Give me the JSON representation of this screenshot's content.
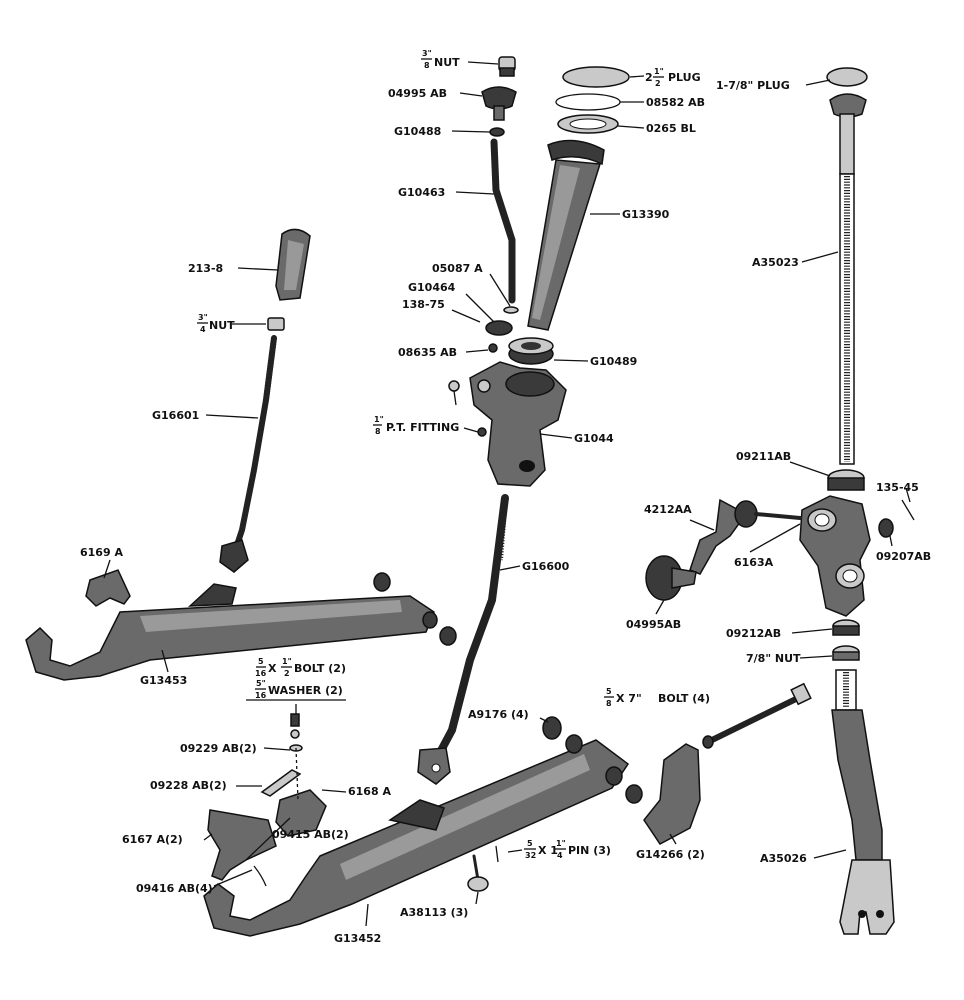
{
  "labels": {
    "nut_3_8": "NUT",
    "nut_3_8_frac": [
      "3\"",
      "8"
    ],
    "p04995AB_top": "04995 AB",
    "pG10488": "G10488",
    "pG10463": "G10463",
    "p05087A": "05087 A",
    "pG10464": "G10464",
    "p138_75": "138-75",
    "p08635AB": "08635 AB",
    "pt_fitting": "P.T. FITTING",
    "pt_fitting_frac": [
      "1\"",
      "8"
    ],
    "plug_2_1_2": "PLUG",
    "plug_2_1_2_frac": [
      "2",
      "1\"",
      "2"
    ],
    "p08582AB": "08582 AB",
    "p0265BL": "0265 BL",
    "pG13390": "G13390",
    "pG10489": "G10489",
    "pG1044": "G1044",
    "plug_1_7_8": "1-7/8\" PLUG",
    "pA35023": "A35023",
    "p09211AB": "09211AB",
    "p135_45": "135-45",
    "p4212AA": "4212AA",
    "p6163A": "6163A",
    "p09207AB": "09207AB",
    "p04995AB_crank": "04995AB",
    "p09212AB": "09212AB",
    "nut_7_8": "7/8\" NUT",
    "p213_8": "213-8",
    "nut_3_4": "NUT",
    "nut_3_4_frac": [
      "3\"",
      "4"
    ],
    "pG16601": "G16601",
    "p6169A": "6169 A",
    "pG13453": "G13453",
    "pG16600": "G16600",
    "bolt_5_16": "BOLT (2)",
    "bolt_5_16_frac": [
      "5",
      "16",
      "1\"",
      "2"
    ],
    "washer_5_16": "WASHER (2)",
    "washer_5_16_frac": [
      "5\"",
      "16"
    ],
    "p09229AB": "09229 AB(2)",
    "p09228AB": "09228 AB(2)",
    "p6168A": "6168 A",
    "p6167A": "6167 A(2)",
    "p09415AB": "09415 AB(2)",
    "p09416AB": "09416 AB(4)",
    "pG13452": "G13452",
    "pA9176": "A9176 (4)",
    "bolt_5_8x7": "BOLT (4)",
    "bolt_5_8x7_frac": [
      "5",
      "8",
      "X 7\""
    ],
    "pin_5_32": "PIN (3)",
    "pin_5_32_frac": [
      "5",
      "32",
      "X 1",
      "1\"",
      "4"
    ],
    "pA38113": "A38113 (3)",
    "pG14266": "G14266 (2)",
    "pA35026": "A35026"
  },
  "colors": {
    "ink": "#111111",
    "casting_shade": "#6a6a6a",
    "dark_shade": "#3a3a3a",
    "light_shade": "#c9c9c9"
  }
}
